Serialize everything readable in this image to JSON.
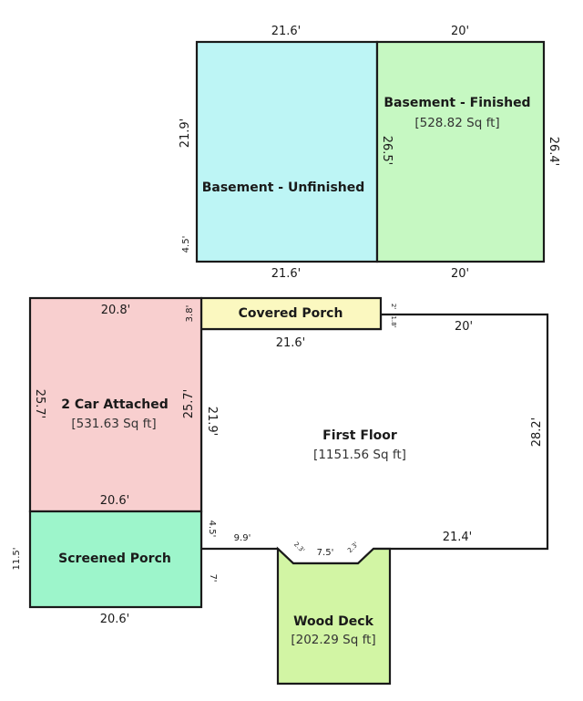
{
  "colors": {
    "basement_unfinished": "#bdf5f5",
    "basement_finished": "#c6f8c2",
    "covered_porch": "#fbf8c0",
    "first_floor": "#ffffff",
    "garage": "#f8cfcf",
    "screened_porch": "#9df5cb",
    "wood_deck": "#d2f5a4"
  },
  "rooms": {
    "basement_unfinished": {
      "title": "Basement - Unfinished"
    },
    "basement_finished": {
      "title": "Basement - Finished",
      "area": "[528.82 Sq ft]"
    },
    "covered_porch": {
      "title": "Covered Porch"
    },
    "first_floor": {
      "title": "First Floor",
      "area": "[1151.56 Sq ft]"
    },
    "garage": {
      "title": "2 Car Attached",
      "area": "[531.63 Sq ft]"
    },
    "screened_porch": {
      "title": "Screened Porch"
    },
    "wood_deck": {
      "title": "Wood Deck",
      "area": "[202.29 Sq ft]"
    }
  },
  "dimensions": {
    "basement_top_left": "21.6'",
    "basement_top_right": "20'",
    "basement_left": "21.9'",
    "basement_left_small": "4.5'",
    "basement_mid": "26.5'",
    "basement_right": "26.4'",
    "basement_bottom_left": "21.6'",
    "basement_bottom_right": "20'",
    "garage_top": "20.8'",
    "garage_porch_side": "3.8'",
    "covered_porch_bottom": "21.6'",
    "porch_step_a": "2'",
    "porch_step_b": "1.8'",
    "first_floor_top": "20'",
    "garage_left": "25.7'",
    "garage_right": "25.7'",
    "first_floor_left": "21.9'",
    "first_floor_right": "28.2'",
    "garage_bottom": "20.6'",
    "step_4_5": "4.5'",
    "first_floor_bottom_left": "9.9'",
    "deck_bevel_left": "2.3'",
    "deck_top": "7.5'",
    "deck_bevel_right": "2.3'",
    "first_floor_bottom_right": "21.4'",
    "screened_left": "11.5'",
    "screened_right": "7'",
    "screened_bottom": "20.6'"
  }
}
